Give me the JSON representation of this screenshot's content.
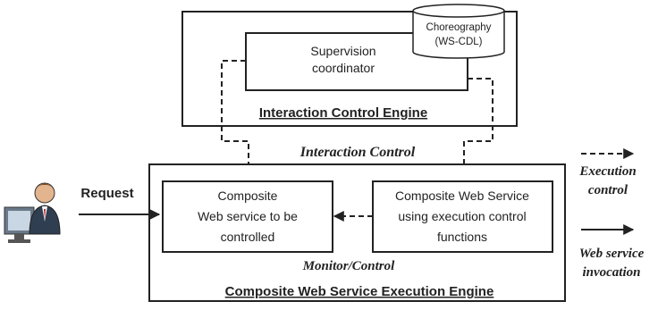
{
  "diagram": {
    "ice": {
      "title": "Interaction Control Engine",
      "coordinator": {
        "line1": "Supervision",
        "line2": "coordinator"
      },
      "choreography": {
        "line1": "Choreography",
        "line2": "(WS-CDL)"
      }
    },
    "interaction_control_label": "Interaction Control",
    "cwse": {
      "title": "Composite Web Service Execution Engine",
      "controlled": {
        "line1": "Composite",
        "line2": "Web service to be",
        "line3": "controlled"
      },
      "execution_service": {
        "line1": "Composite Web Service",
        "line2": "using execution control",
        "line3": "functions"
      },
      "monitor_label": "Monitor/Control"
    },
    "request_label": "Request",
    "legend": {
      "dashed_line1": "Execution",
      "dashed_line2": "control",
      "solid_line1": "Web service",
      "solid_line2": "invocation"
    }
  }
}
